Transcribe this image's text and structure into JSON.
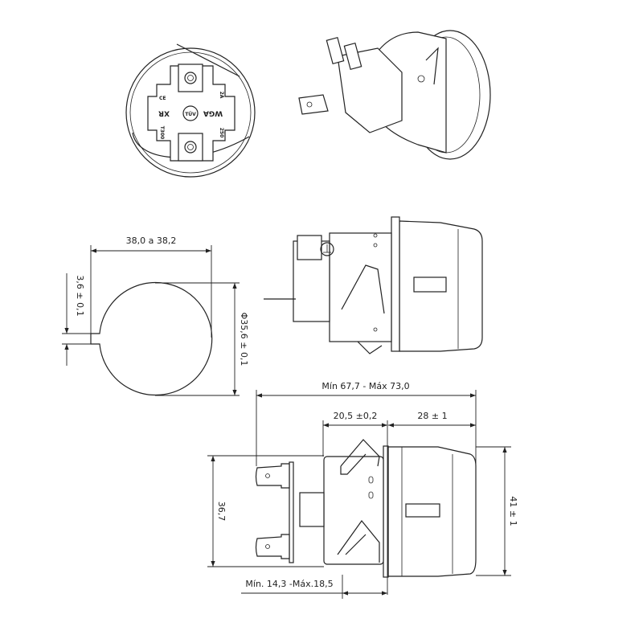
{
  "top_view": {
    "marking_brand": "WGA",
    "marking_model": "XR",
    "marking_current": "2A",
    "marking_voltage": "250",
    "marking_temp": "T300"
  },
  "cutout_view": {
    "width_dim": "38,0 a 38,2",
    "notch_dim": "3,6 ± 0,1",
    "diameter_dim": "Φ35,6 ± 0,1"
  },
  "side_view": {
    "overall_length_dim": "Mín 67,7 - Máx 73,0",
    "body_length_dim": "20,5 ±0,2",
    "cap_length_dim": "28 ± 1",
    "body_height_dim": "36,7",
    "cap_height_dim": "41 ± 1",
    "panel_thickness_dim": "Mín. 14,3 -Máx.18,5"
  }
}
